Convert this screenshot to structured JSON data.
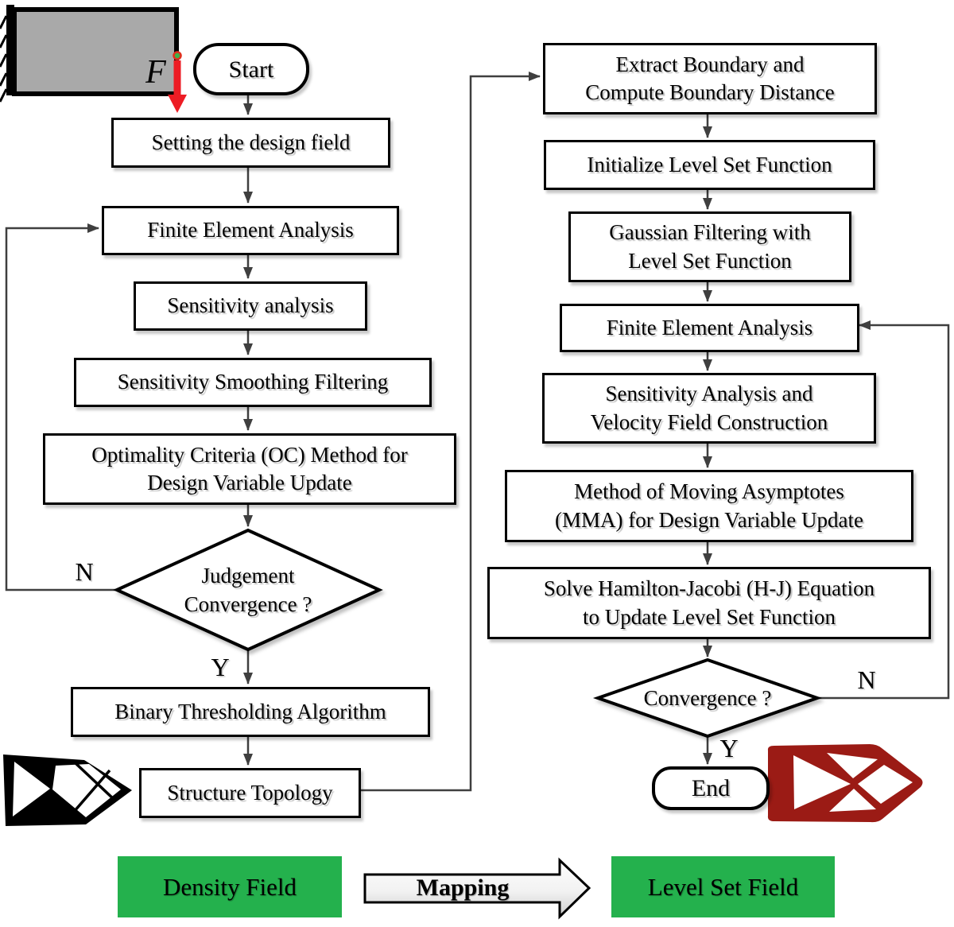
{
  "figure": {
    "type": "flowchart",
    "description": "Topology optimization flowchart mapping a density-field OC loop to a level-set MMA loop"
  },
  "colors": {
    "box_fill": "#ffffff",
    "box_border": "#000000",
    "connector": "#3f3f3f",
    "legend_green": "#24b14d",
    "force_red": "#ed1c24",
    "beam_gray": "#a9a9a9",
    "topology_black": "#000000",
    "topology_red": "#9b1b15"
  },
  "beam": {
    "force_label": "F"
  },
  "left": {
    "start_label": "Start",
    "steps": [
      {
        "lines": [
          "Setting the design field"
        ]
      },
      {
        "lines": [
          "Finite Element Analysis"
        ]
      },
      {
        "lines": [
          "Sensitivity analysis"
        ]
      },
      {
        "lines": [
          "Sensitivity Smoothing Filtering"
        ]
      },
      {
        "lines": [
          "Optimality Criteria (OC) Method for",
          "Design Variable Update"
        ]
      },
      {
        "lines": [
          "Binary Thresholding Algorithm"
        ]
      },
      {
        "lines": [
          "Structure Topology"
        ]
      }
    ],
    "decision": {
      "lines": [
        "Judgement",
        "Convergence ?"
      ],
      "no_label": "N",
      "yes_label": "Y"
    }
  },
  "right": {
    "steps": [
      {
        "lines": [
          "Extract Boundary and",
          "Compute Boundary Distance"
        ]
      },
      {
        "lines": [
          "Initialize Level Set Function"
        ]
      },
      {
        "lines": [
          "Gaussian Filtering with",
          "Level Set Function"
        ]
      },
      {
        "lines": [
          "Finite Element Analysis"
        ]
      },
      {
        "lines": [
          "Sensitivity Analysis and",
          "Velocity Field Construction"
        ]
      },
      {
        "lines": [
          "Method of Moving Asymptotes",
          "(MMA) for Design Variable Update"
        ]
      },
      {
        "lines": [
          "Solve Hamilton-Jacobi (H-J) Equation",
          "to Update Level Set Function"
        ]
      }
    ],
    "decision": {
      "lines": [
        "Convergence ?"
      ],
      "no_label": "N",
      "yes_label": "Y"
    },
    "end_label": "End"
  },
  "legend": {
    "density_label": "Density Field",
    "mapping_label": "Mapping",
    "level_set_label": "Level Set Field"
  },
  "icons": {
    "cantilever_sketch": "fixed-cantilever-beam-with-load-icon",
    "black_topology": "topology-result-black-icon",
    "red_topology": "topology-result-red-icon",
    "mapping_arrow": "right-arrow-icon"
  }
}
